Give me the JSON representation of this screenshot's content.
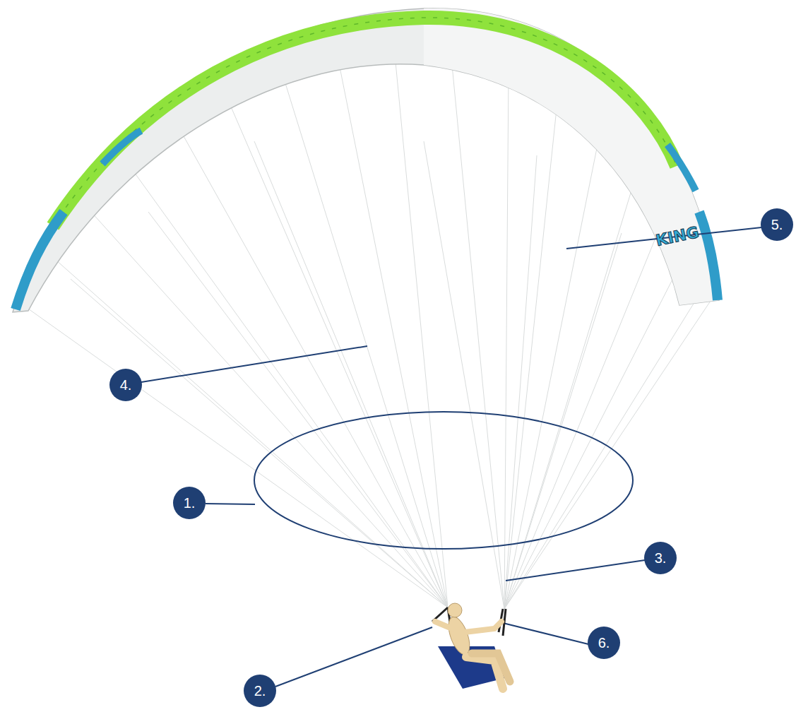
{
  "diagram": {
    "nodes": [
      {
        "text": [
          "5."
        ]
      },
      {
        "text": [
          "4."
        ]
      },
      {
        "text": [
          "1."
        ]
      },
      {
        "text": [
          "3."
        ]
      },
      {
        "text": [
          "6."
        ]
      },
      {
        "text": [
          "2."
        ]
      }
    ],
    "labels": [
      "KING"
    ]
  }
}
